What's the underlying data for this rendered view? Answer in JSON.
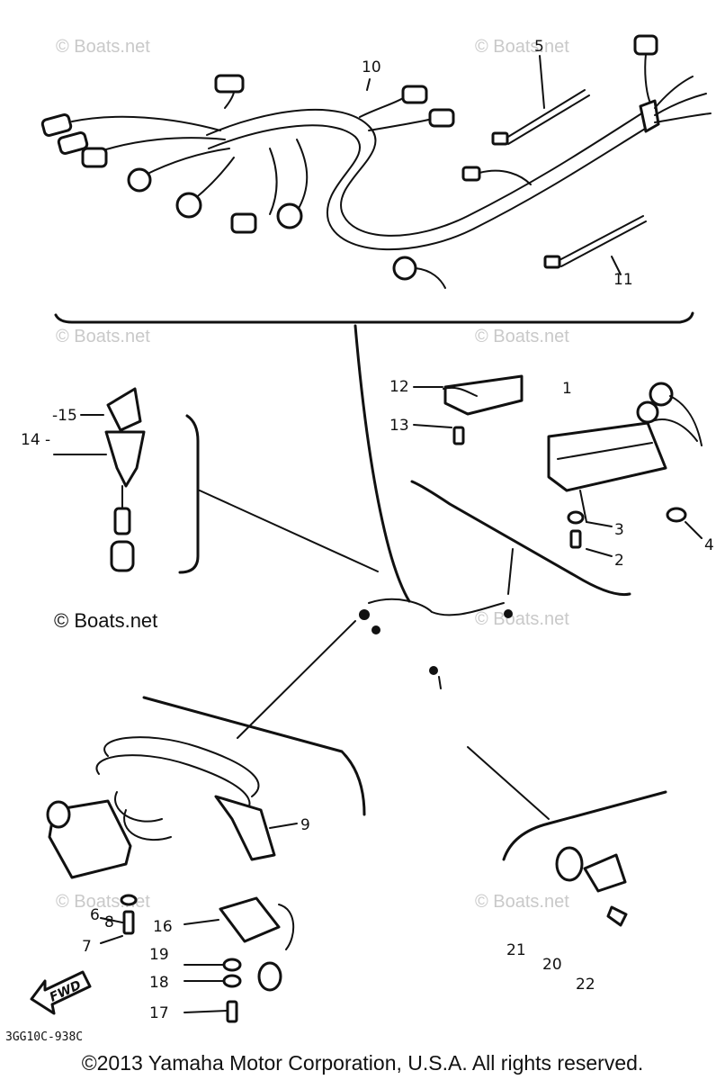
{
  "watermarks": {
    "top_left": "© Boats.net",
    "top_right": "© Boats.net",
    "mid_left": "© Boats.net",
    "mid_right": "© Boats.net",
    "center": "© Boats.net",
    "main": "© Boats.net",
    "bottom_left": "© Boats.net",
    "bottom_right": "© Boats.net"
  },
  "callouts": [
    "1",
    "2",
    "3",
    "4",
    "5",
    "6",
    "7",
    "8",
    "9",
    "10",
    "11",
    "12",
    "13",
    "14",
    "15",
    "16",
    "17",
    "18",
    "19",
    "20",
    "21",
    "22"
  ],
  "callout_display": {
    "14": "14 -",
    "15": "-15"
  },
  "fwd_arrow": "FWD",
  "drawing_code": "3GG10C-938C",
  "copyright": "©2013 Yamaha Motor Corporation, U.S.A. All rights reserved."
}
